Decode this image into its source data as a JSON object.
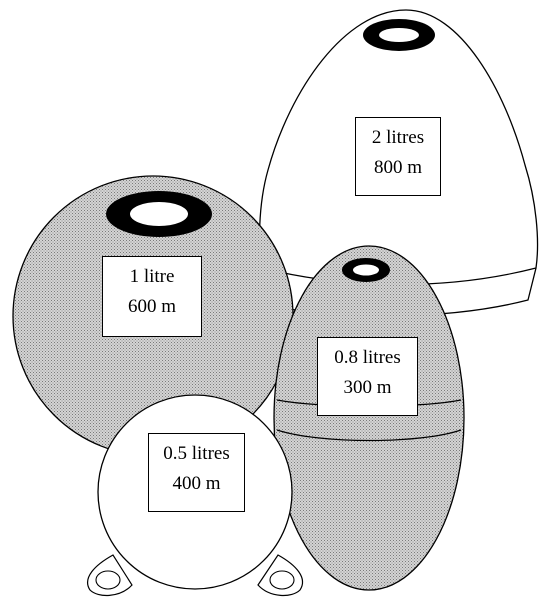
{
  "floats": [
    {
      "id": "float-2-litres",
      "capacity": "2 litres",
      "depth": "800 m"
    },
    {
      "id": "float-1-litre",
      "capacity": "1 litre",
      "depth": "600 m"
    },
    {
      "id": "float-0-8-litres",
      "capacity": "0.8 litres",
      "depth": "300 m"
    },
    {
      "id": "float-0-5-litres",
      "capacity": "0.5 litres",
      "depth": "400 m"
    }
  ],
  "colors": {
    "outline": "#000000",
    "white_body": "#ffffff",
    "stippled_body": "#c8c8c8",
    "eye_ring": "#000000"
  }
}
